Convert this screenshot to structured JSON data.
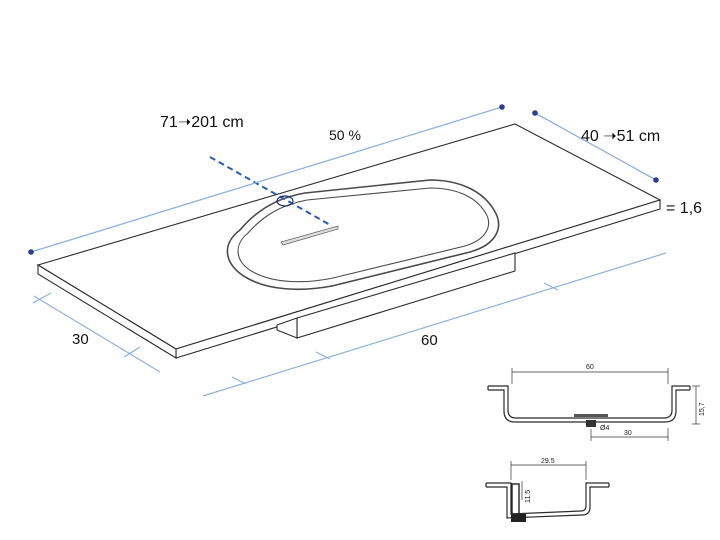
{
  "main_view": {
    "length_range": "71➝201 cm",
    "depth_range": "40 ➝51 cm",
    "thickness": "= 1,6",
    "drain_position": "50 %",
    "depth_dim": "30",
    "width_dim": "60"
  },
  "section_front": {
    "width": "60",
    "height": "15,7",
    "drain_diameter": "Ø4",
    "drain_offset": "30"
  },
  "section_side": {
    "width": "29.5",
    "height": "11.5"
  },
  "colors": {
    "line": "#2b2b2b",
    "dimension_blue": "#2a5db0",
    "extension_blue": "#8fb1dd",
    "point": "#2c3f8f"
  }
}
